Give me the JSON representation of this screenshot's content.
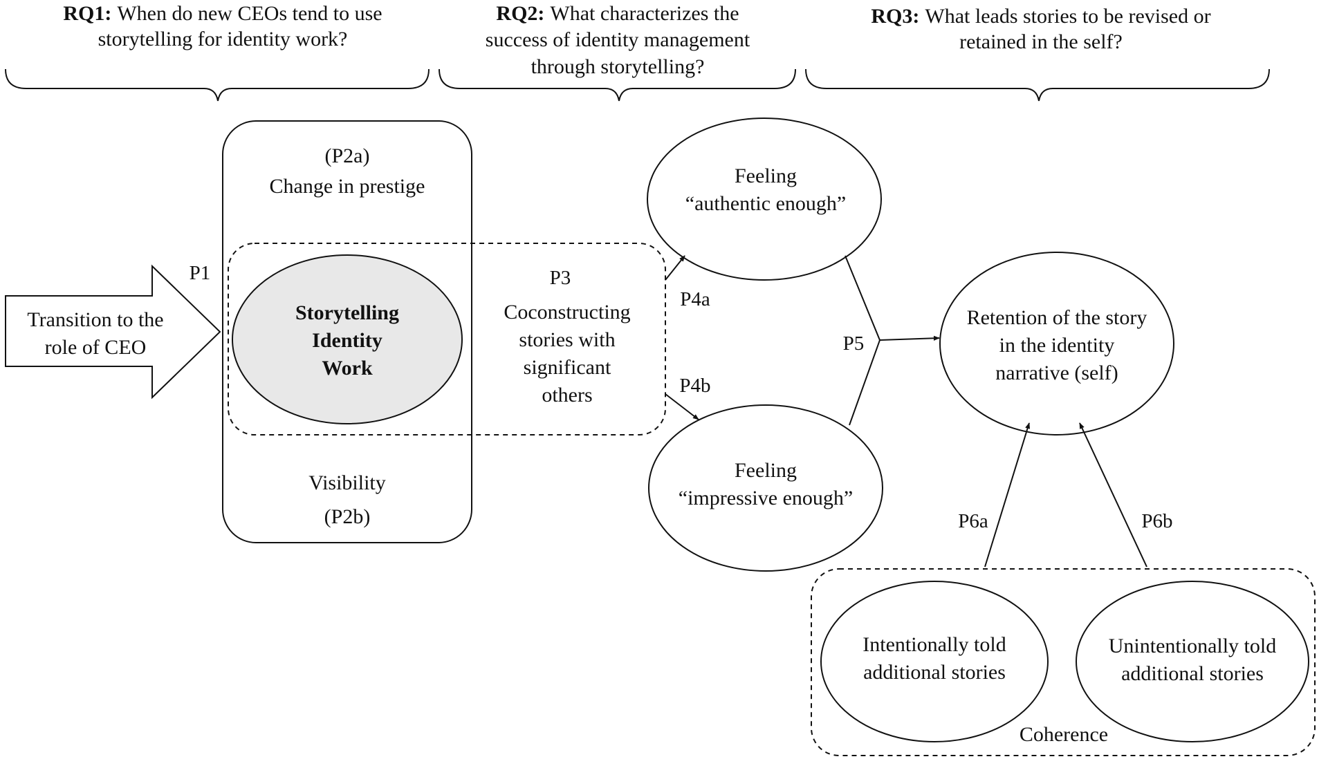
{
  "research_questions": [
    {
      "id": "RQ1:",
      "lines": [
        "When do new CEOs tend to use",
        "storytelling for identity work?"
      ]
    },
    {
      "id": "RQ2:",
      "lines": [
        "What characterizes the",
        "success of identity management",
        "through storytelling?"
      ]
    },
    {
      "id": "RQ3:",
      "lines": [
        "What leads stories to be revised or",
        "retained in the self?"
      ]
    }
  ],
  "nodes": {
    "transition": {
      "lines": [
        "Transition to the",
        "role of CEO"
      ]
    },
    "prestige_box": {
      "top_code": "(P2a)",
      "top_label": "Change in prestige",
      "bottom_label": "Visibility",
      "bottom_code": "(P2b)"
    },
    "storytelling": {
      "lines": [
        "Storytelling",
        "Identity",
        "Work"
      ]
    },
    "coconstructing": {
      "code": "P3",
      "lines": [
        "Coconstructing",
        "stories with",
        "significant",
        "others"
      ]
    },
    "authentic": {
      "lines": [
        "Feeling",
        "“authentic enough”"
      ]
    },
    "impressive": {
      "lines": [
        "Feeling",
        "“impressive enough”"
      ]
    },
    "retention": {
      "lines": [
        "Retention of the story",
        "in the identity",
        "narrative (self)"
      ]
    },
    "intentional": {
      "lines": [
        "Intentionally told",
        "additional stories"
      ]
    },
    "unintentional": {
      "lines": [
        "Unintentionally told",
        "additional stories"
      ]
    },
    "coherence": {
      "label": "Coherence"
    }
  },
  "propositions": {
    "p1": "P1",
    "p4a": "P4a",
    "p4b": "P4b",
    "p5": "P5",
    "p6a": "P6a",
    "p6b": "P6b"
  },
  "colors": {
    "ink": "#111111",
    "storytelling_fill": "#e8e8e8",
    "background": "#ffffff"
  }
}
